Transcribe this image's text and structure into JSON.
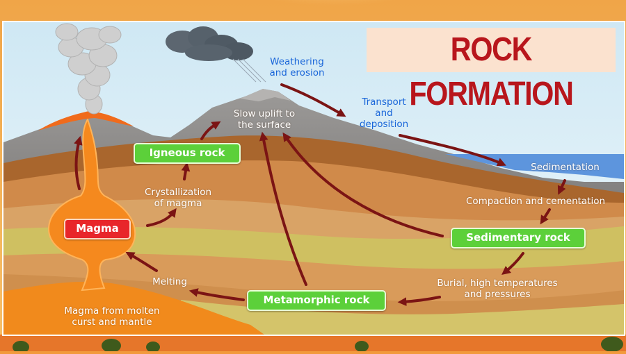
{
  "title": "ROCK FORMATION",
  "labels": {
    "weathering": [
      "Weathering",
      "and erosion"
    ],
    "transport": [
      "Transport",
      "and",
      "deposition"
    ],
    "sedimentation": "Sedimentation",
    "compaction": "Compaction and cementation",
    "sedimentary_rock": "Sedimentary rock",
    "burial": [
      "Burial, high temperatures",
      "and pressures"
    ],
    "metamorphic_rock": "Metamorphic rock",
    "melting": "Melting",
    "magma_source": [
      "Magma from molten",
      "curst and mantle"
    ],
    "magma": "Magma",
    "crystallization": [
      "Crystallization",
      "of magma"
    ],
    "igneous_rock": "Igneous rock",
    "uplift": [
      "Slow uplift to",
      "the surface"
    ]
  },
  "colors": {
    "arrow": "#7b1414",
    "rock_box": "#5cd03a",
    "magma_box": "#e8262a",
    "title_text": "#b8161c",
    "title_box": "#fbe2cf",
    "water": "#5d95dd",
    "sky": "#dff0f8"
  }
}
